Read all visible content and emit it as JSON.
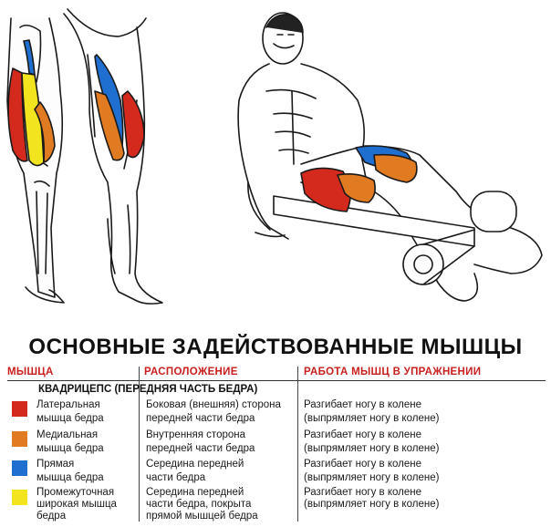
{
  "title": "ОСНОВНЫЕ ЗАДЕЙСТВОВАННЫЕ МЫШЦЫ",
  "columns": [
    "МЫШЦА",
    "РАСПОЛОЖЕНИЕ",
    "РАБОТА МЫШЦ В УПРАЖНЕНИИ"
  ],
  "group": "КВАДРИЦЕПС (ПЕРЕДНЯЯ ЧАСТЬ БЕДРА)",
  "colors": {
    "lateral": "#d42a1e",
    "medial": "#e07b22",
    "rectus": "#1f6fd1",
    "intermedius": "#f2e41f",
    "accent": "#c8201e"
  },
  "rows": [
    {
      "swatch": "#d42a1e",
      "muscle": [
        "Латеральная",
        "мышца бедра"
      ],
      "location": [
        "Боковая (внешняя) сторона",
        "передней части бедра"
      ],
      "work": [
        "Разгибает ногу в колене",
        "(выпрямляет ногу в колене)"
      ]
    },
    {
      "swatch": "#e07b22",
      "muscle": [
        "Медиальная",
        "мышца бедра"
      ],
      "location": [
        "Внутренняя сторона",
        "передней части бедра"
      ],
      "work": [
        "Разгибает ногу в колене",
        "(выпрямляет ногу в колене)"
      ]
    },
    {
      "swatch": "#1f6fd1",
      "muscle": [
        "Прямая",
        "мышца бедра"
      ],
      "location": [
        "Середина передней",
        "части бедра"
      ],
      "work": [
        "Разгибает ногу в колене",
        "(выпрямляет ногу в колене)"
      ]
    },
    {
      "swatch": "#f2e41f",
      "muscle": [
        "Промежуточная",
        "широкая мышца",
        "бедра"
      ],
      "location": [
        "Середина передней",
        "части бедра, покрыта",
        "прямой мышцей бедра"
      ],
      "work": [
        "Разгибает ногу в колене",
        "(выпрямляет ногу в колене)"
      ]
    }
  ]
}
